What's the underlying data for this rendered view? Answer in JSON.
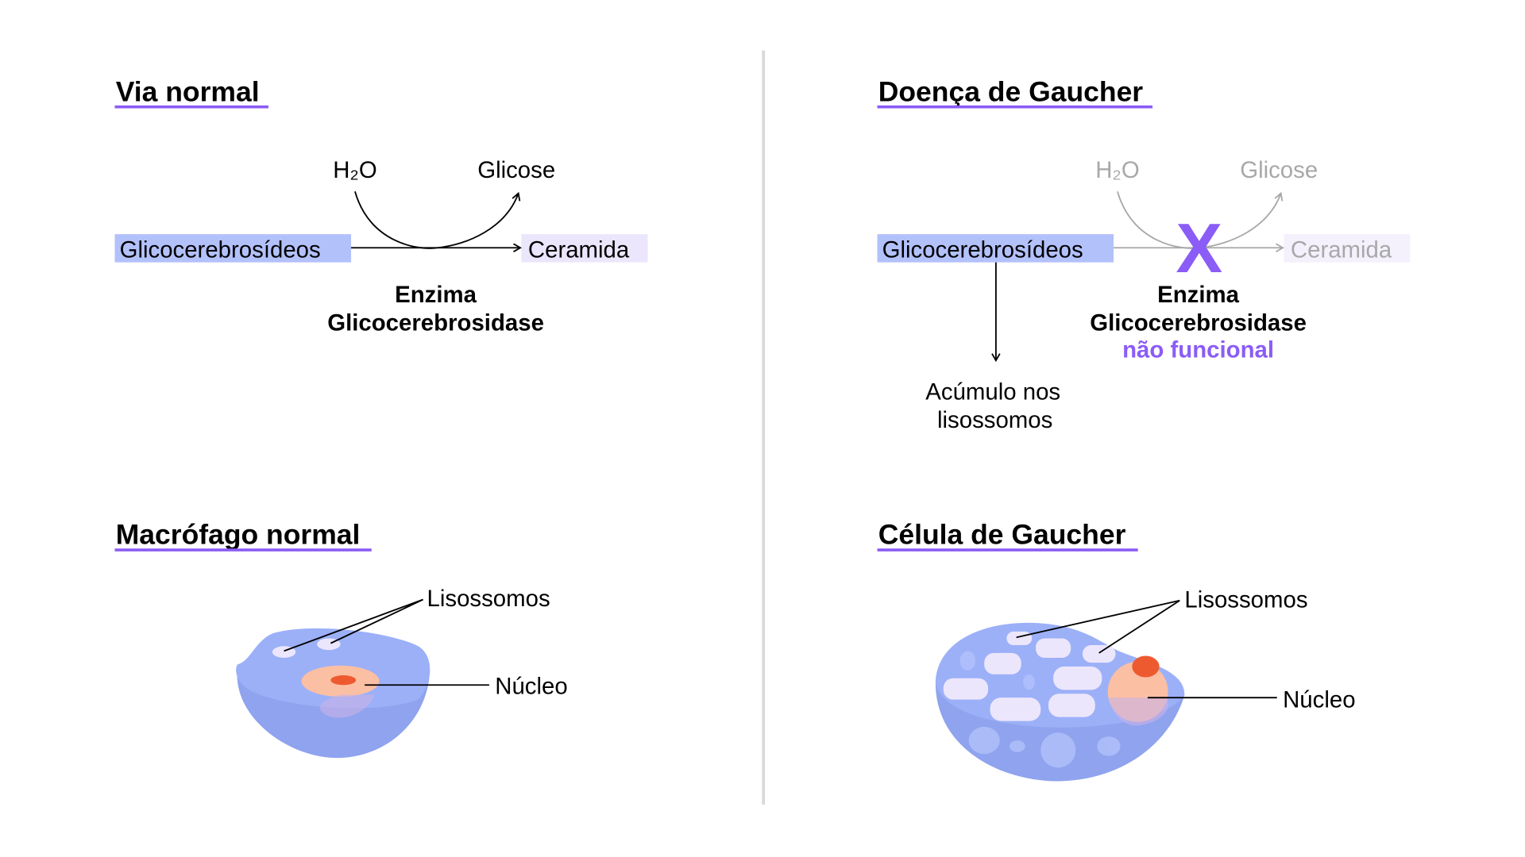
{
  "normal_pathway": {
    "title": "Via normal",
    "water": "H₂O",
    "product_sugar": "Glicose",
    "substrate": "Glicocerebrosídeos",
    "product": "Ceramida",
    "enzyme_line1": "Enzima",
    "enzyme_line2": "Glicocerebrosidase"
  },
  "gaucher_pathway": {
    "title": "Doença de Gaucher",
    "water": "H₂O",
    "product_sugar": "Glicose",
    "substrate": "Glicocerebrosídeos",
    "product": "Ceramida",
    "block_mark": "X",
    "enzyme_line1": "Enzima",
    "enzyme_line2": "Glicocerebrosidase",
    "enzyme_status": "não funcional",
    "accumulation_line1": "Acúmulo nos",
    "accumulation_line2": "lisossomos"
  },
  "normal_cell": {
    "title": "Macrófago normal",
    "lysosomes_label": "Lisossomos",
    "nucleus_label": "Núcleo"
  },
  "gaucher_cell": {
    "title": "Célula de Gaucher",
    "lysosomes_label": "Lisossomos",
    "nucleus_label": "Núcleo"
  },
  "colors": {
    "accent": "#8b5cf6",
    "substrate_bg": "#b3c1fb",
    "product_bg": "#ece6fc",
    "cell": "#9aabf5",
    "nucleus": "#fbbfa3",
    "nucleolus": "#ee5a2f"
  }
}
